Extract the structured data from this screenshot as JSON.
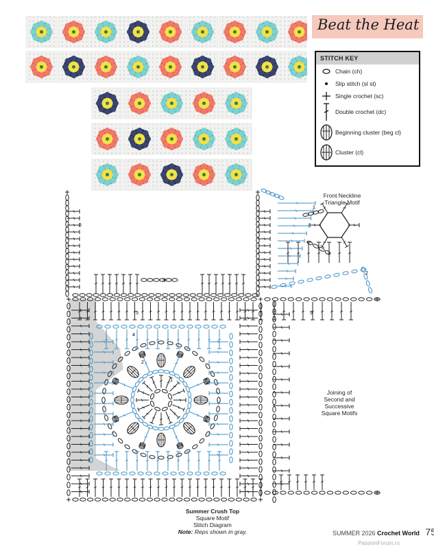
{
  "banner": {
    "title": "Beat the Heat"
  },
  "stitch_key": {
    "heading": "STITCH KEY",
    "items": [
      {
        "icon": "chain-icon",
        "label": "Chain (ch)"
      },
      {
        "icon": "slip-stitch-icon",
        "label": "Slip stitch (sl st)"
      },
      {
        "icon": "single-crochet-icon",
        "label": "Single crochet (sc)"
      },
      {
        "icon": "double-crochet-icon",
        "label": "Double crochet (dc)"
      },
      {
        "icon": "beginning-cluster-icon",
        "label": "Beginning cluster (beg cl)"
      },
      {
        "icon": "cluster-icon",
        "label": "Cluster (cl)"
      }
    ]
  },
  "diagram": {
    "front_label": [
      "Front Neckline",
      "Triangle Motif"
    ],
    "join_label": [
      "Joining of",
      "Second and",
      "Successive",
      "Square Motifs"
    ],
    "row_numbers": [
      "1",
      "2",
      "4",
      "5",
      "2",
      "5",
      "5",
      "1"
    ],
    "colors": {
      "ink": "#1f1f1f",
      "blue": "#3d8fc4",
      "gray": "#c9c9c9"
    }
  },
  "caption": {
    "title": "Summer Crush Top",
    "line1": "Square Motif",
    "line2": "Stitch Diagram",
    "note_label": "Note:",
    "note_text": " Reps shown in gray."
  },
  "footer": {
    "issue": "SUMMER 2026",
    "magazine": "Crochet World",
    "page": "75"
  },
  "watermark": "PassionForum.ru"
}
